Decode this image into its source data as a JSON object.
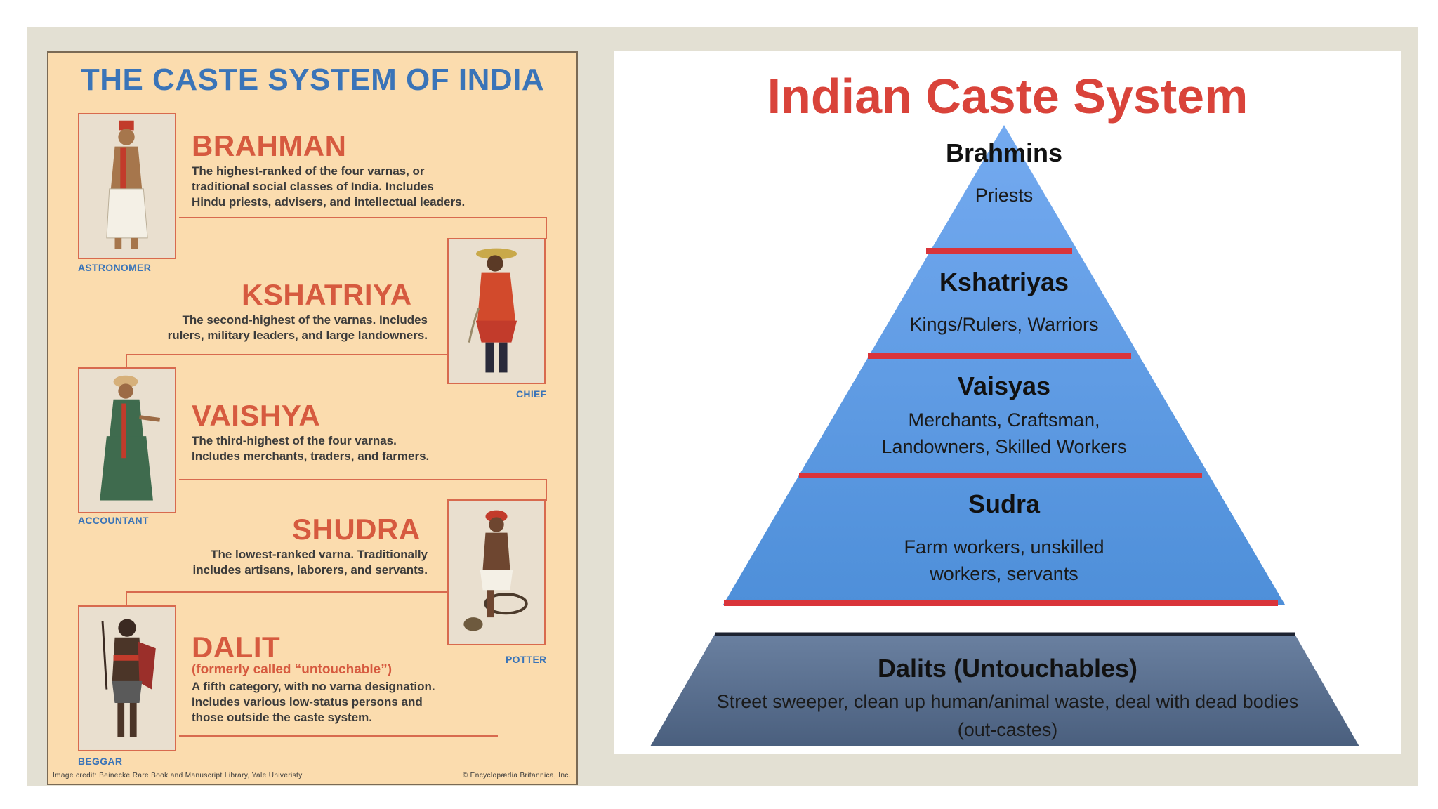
{
  "left_poster": {
    "title": "THE CASTE SYSTEM OF INDIA",
    "varnas": [
      {
        "name": "BRAHMAN",
        "description_lines": [
          "The highest-ranked of the four varnas, or",
          "traditional social classes of India. Includes",
          "Hindu priests, advisers, and intellectual leaders."
        ],
        "figure_caption": "ASTRONOMER"
      },
      {
        "name": "KSHATRIYA",
        "description_lines": [
          "The second-highest of the varnas. Includes",
          "rulers, military leaders, and large landowners."
        ],
        "figure_caption": "CHIEF"
      },
      {
        "name": "VAISHYA",
        "description_lines": [
          "The third-highest of the four varnas.",
          "Includes merchants, traders, and farmers."
        ],
        "figure_caption": "ACCOUNTANT"
      },
      {
        "name": "SHUDRA",
        "description_lines": [
          "The lowest-ranked varna. Traditionally",
          "includes artisans, laborers, and servants."
        ],
        "figure_caption": "POTTER"
      },
      {
        "name": "DALIT",
        "subtitle": "(formerly called “untouchable”)",
        "description_lines": [
          "A fifth category, with no varna designation.",
          "Includes various low-status persons and",
          "those outside the caste system."
        ],
        "figure_caption": "BEGGAR"
      }
    ],
    "image_credit": "Image credit: Beinecke Rare Book and Manuscript Library, Yale Univeristy",
    "copyright": "© Encyclopædia Britannica, Inc."
  },
  "right_pyramid": {
    "title": "Indian Caste System",
    "tiers": [
      {
        "name": "Brahmins",
        "description_lines": [
          "Priests"
        ]
      },
      {
        "name": "Kshatriyas",
        "description_lines": [
          "Kings/Rulers, Warriors"
        ]
      },
      {
        "name": "Vaisyas",
        "description_lines": [
          "Merchants, Craftsman,",
          "Landowners, Skilled Workers"
        ]
      },
      {
        "name": "Sudra",
        "description_lines": [
          "Farm workers, unskilled",
          "workers, servants"
        ]
      }
    ],
    "base": {
      "name": "Dalits (Untouchables)",
      "description_lines": [
        "Street sweeper, clean up human/animal waste, deal with dead bodies",
        "(out-castes)"
      ]
    }
  },
  "colors": {
    "poster_bg": "#fbdcae",
    "poster_title": "#3a74b8",
    "varna_name": "#d65a3f",
    "pyramid_blue": "#5b9be0",
    "pyramid_divider": "#d9343a",
    "dalit_slate": "#4e6584",
    "pyramid_title": "#d9433a"
  }
}
